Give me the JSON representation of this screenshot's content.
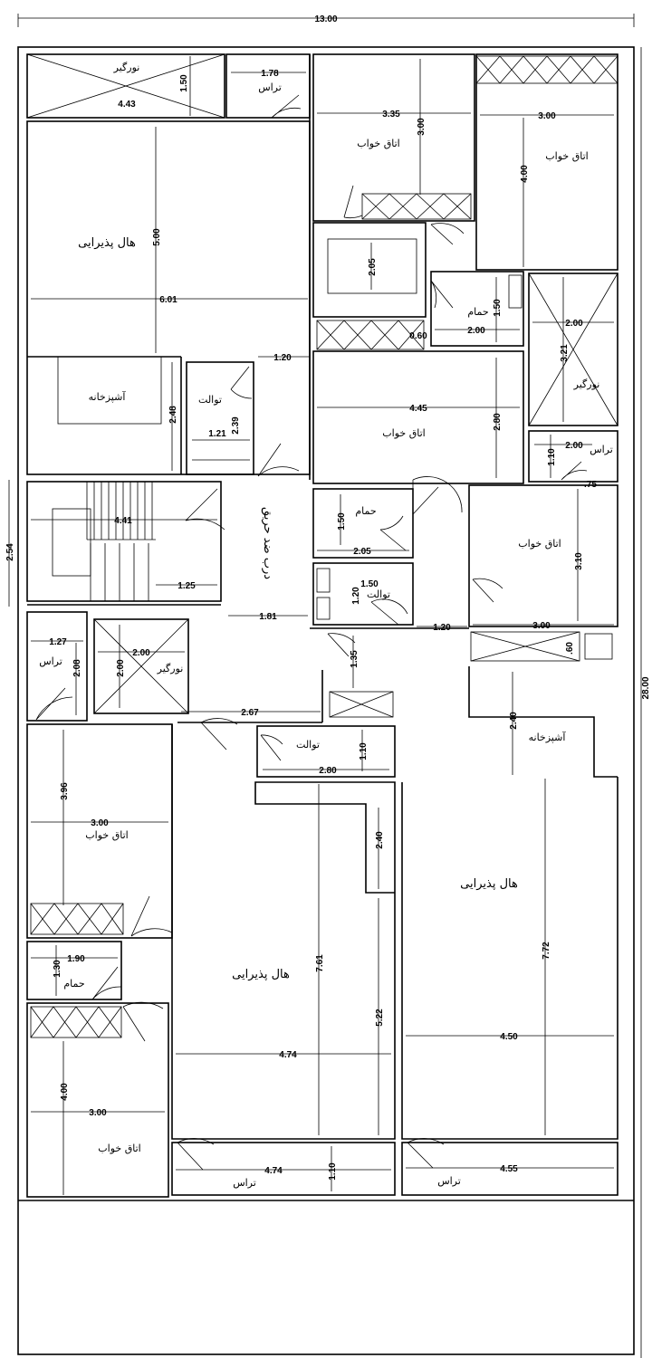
{
  "overall": {
    "width": "13.00",
    "depth": "28.00",
    "side": "2.54"
  },
  "labels": {
    "noorgir": "نورگیر",
    "teras": "تراس",
    "bedroom": "اتاق خواب",
    "hall": "هال پذیرایی",
    "kitchen": "آشپزخانه",
    "toilet": "توالت",
    "bath": "حمام",
    "firedoor": "درب ضد حریق"
  },
  "dims": {
    "d443": "4.43",
    "d150": "1.50",
    "d178": "1.78",
    "d335": "3.35",
    "d300": "3.00",
    "d500": "5.00",
    "d601": "6.01",
    "d400": "4.00",
    "d205": "2.05",
    "d200": "2.00",
    "d321": "3.21",
    "d120": "1.20",
    "d248": "2.48",
    "d239": "2.39",
    "d121": "1.21",
    "d445": "4.45",
    "d280": "2.80",
    "d060": "0.60",
    "d110": "1.10",
    "d075": ".75",
    "d441": "4.41",
    "d125": "1.25",
    "d310": "3.10",
    "d181": "1.81",
    "d127": "1.27",
    "d208": "2.08",
    "d135": "1.35",
    "d267": "2.67",
    "d240": "2.40",
    "d396": "3.96",
    "d761": "7.61",
    "d772": "7.72",
    "d522": "5.22",
    "d190": "1.90",
    "d130": "1.30",
    "d474": "4.74",
    "d450": "4.50",
    "d455": "4.55",
    "d160": ".60"
  }
}
